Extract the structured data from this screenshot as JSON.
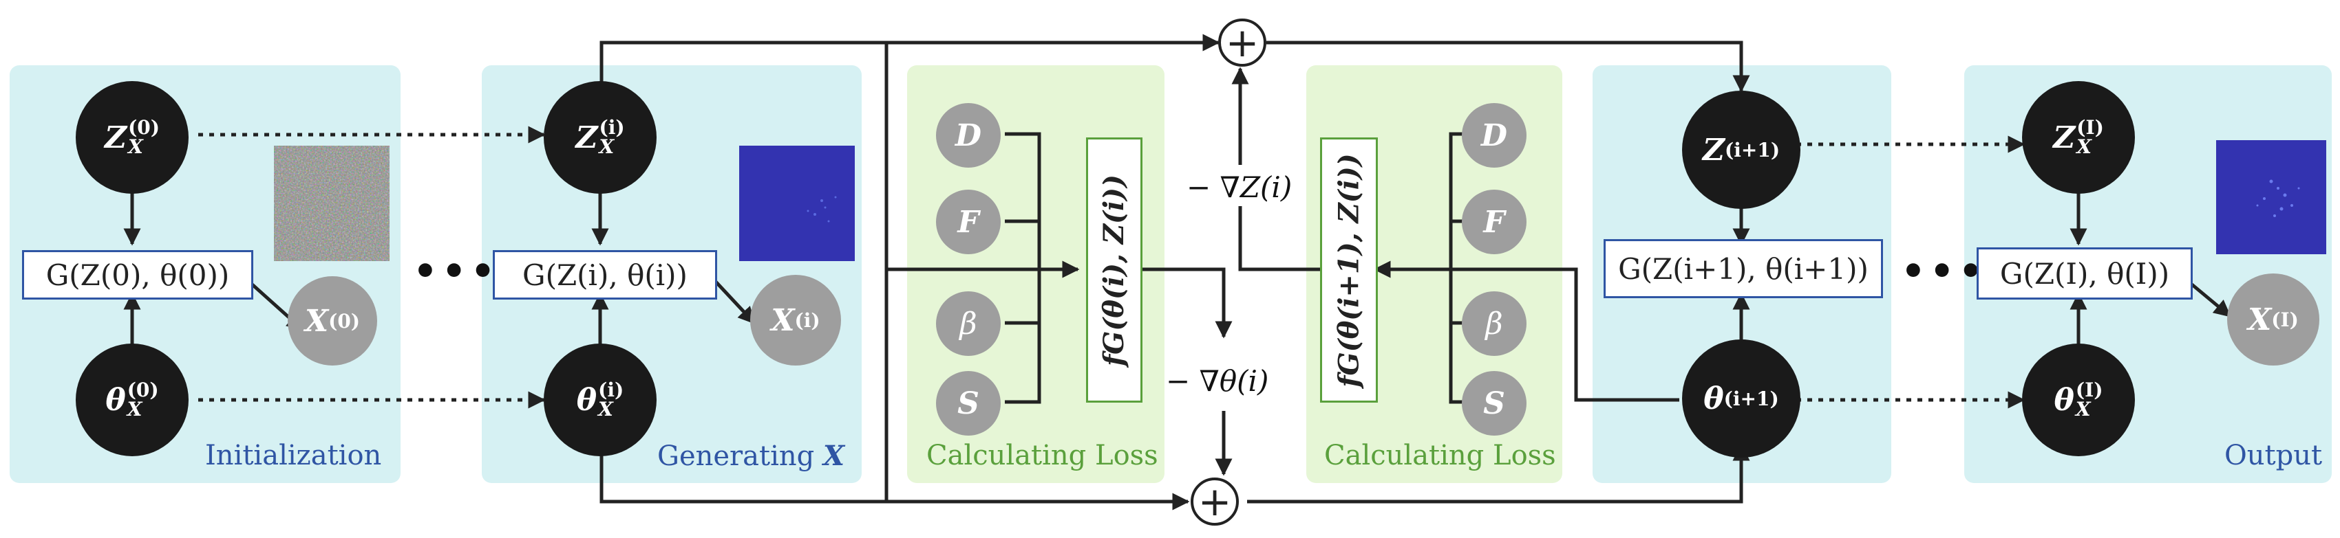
{
  "panels": {
    "initialization": "Initialization",
    "generating": "Generating",
    "generating_var": "X",
    "loss_left": "Calculating Loss",
    "loss_right": "Calculating Loss",
    "output": "Output"
  },
  "nodes": {
    "z0": "Z",
    "z0_sup": "(0)",
    "z0_sub": "X",
    "theta0": "θ",
    "theta0_sup": "(0)",
    "theta0_sub": "X",
    "x0": "X",
    "x0_sup": "(0)",
    "zi": "Z",
    "zi_sup": "(i)",
    "zi_sub": "X",
    "thetai": "θ",
    "thetai_sup": "(i)",
    "thetai_sub": "X",
    "xi": "X",
    "xi_sup": "(i)",
    "zi1": "Z",
    "zi1_sup": "(i+1)",
    "thetai1": "θ",
    "thetai1_sup": "(i+1)",
    "zI": "Z",
    "zI_sup": "(I)",
    "zI_sub": "X",
    "thetaI": "θ",
    "thetaI_sup": "(I)",
    "thetaI_sub": "X",
    "xI": "X",
    "xI_sup": "(I)",
    "loss_inputs": [
      "D",
      "F",
      "β",
      "S"
    ]
  },
  "generators": {
    "g0": "G(Z(0), θ(0))",
    "gi": "G(Z(i), θ(i))",
    "gi1": "G(Z(i+1), θ(i+1))",
    "gI": "G(Z(I), θ(I))"
  },
  "loss_functions": {
    "left": "fG(θ(i), Z(i))",
    "right": "fG(θ(i+1), Z(i))"
  },
  "gradients": {
    "z": "− ∇Z(i)",
    "theta": "− ∇θ(i)"
  },
  "ellipsis": "•••",
  "plus_symbol": "+",
  "colors": {
    "panel_cyan": "#d6f1f3",
    "panel_green": "#e6f6d6",
    "node_dark": "#1a1a1a",
    "node_grey": "#9e9e9e",
    "blue_accent": "#2f55a4",
    "green_accent": "#5aa03c"
  }
}
